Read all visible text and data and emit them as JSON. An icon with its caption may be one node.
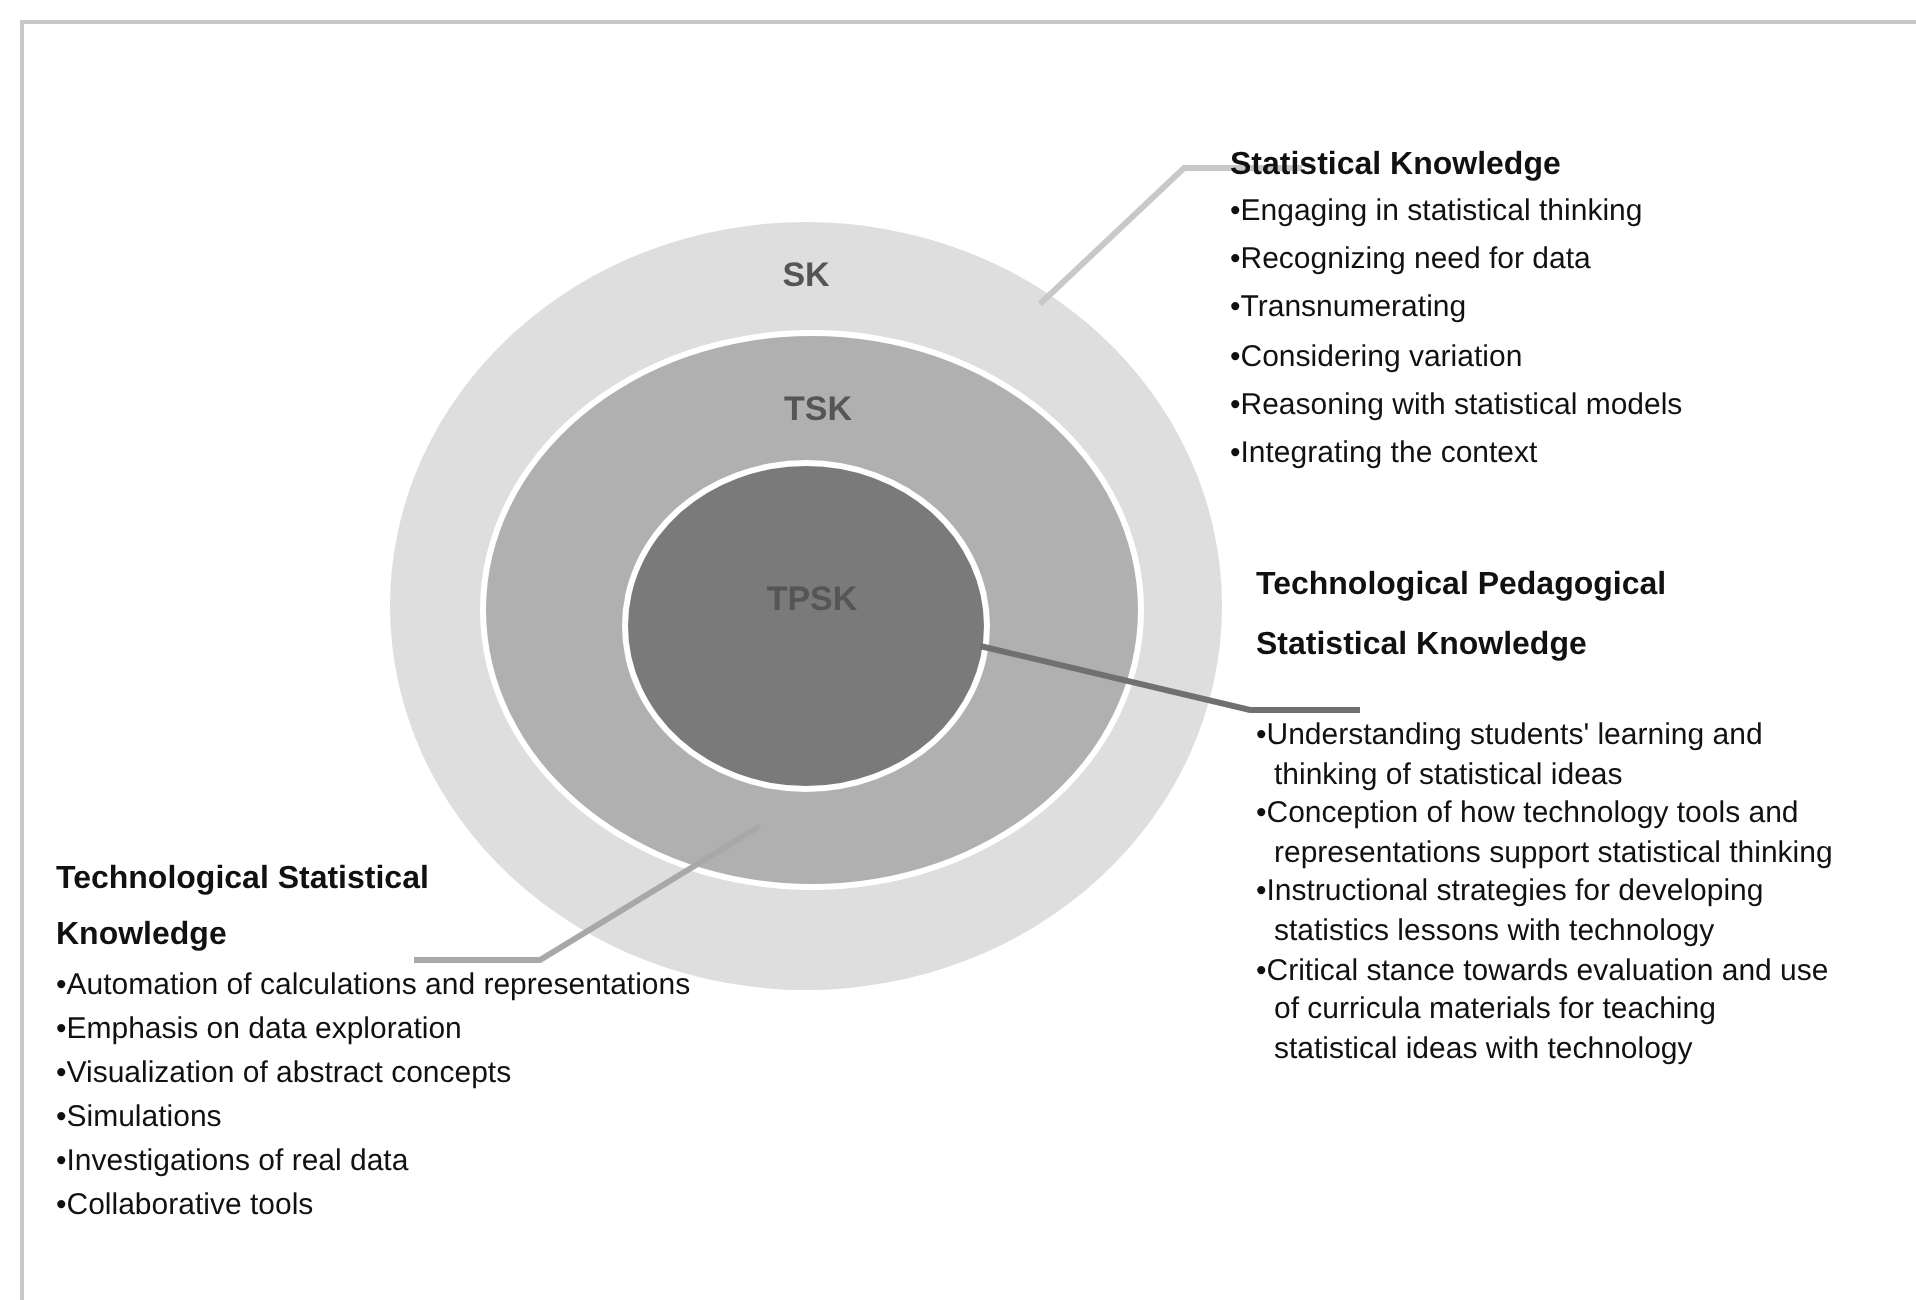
{
  "diagram": {
    "nodes": [
      {
        "text": [
          "SK"
        ]
      },
      {
        "text": [
          "TSK"
        ],
        "in": 0
      },
      {
        "text": [
          "TPSK"
        ],
        "in": 1
      },
      {
        "text": [
          "Statistical Knowledge",
          "•Engaging in statistical thinking",
          "•Recognizing need for data",
          "•Transnumerating",
          "•Considering variation",
          "•Reasoning with statistical models",
          "•Integrating the context"
        ]
      },
      {
        "text": [
          "Technological Pedagogical Statistical Knowledge",
          "•Understanding students' learning and thinking of statistical ideas",
          "•Conception of how technology tools and representations support statistical thinking",
          "•Instructional strategies for developing statistics lessons with technology",
          "•Critical stance towards evaluation and use of curricula materials for teaching statistical ideas with technology"
        ]
      },
      {
        "text": [
          "Technological Statistical Knowledge",
          "•Automation of calculations and representations",
          "•Emphasis on data exploration",
          "•Visualization of abstract concepts",
          "•Simulations",
          "•Investigations of real data",
          "•Collaborative tools"
        ]
      }
    ],
    "edges": [
      {
        "from": 3,
        "to": 0,
        "arrow": "none",
        "color": "#c8c8c8"
      },
      {
        "from": 4,
        "to": 2,
        "arrow": "none",
        "color": "#707070"
      },
      {
        "from": 5,
        "to": 1,
        "arrow": "none",
        "color": "#a8a8a8"
      }
    ]
  }
}
